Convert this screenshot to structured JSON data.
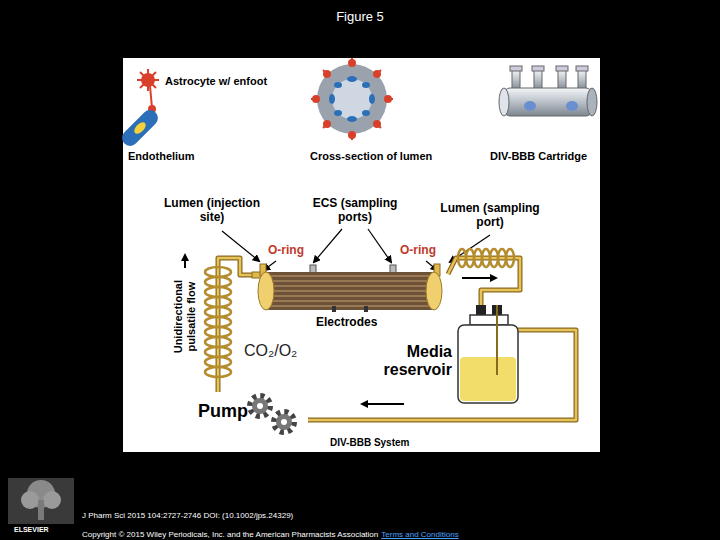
{
  "diagram": {
    "title": "Figure 5",
    "nodes": [
      {
        "text": [
          "Electrodes"
        ]
      },
      {
        "text": [
          "Media reservoir"
        ]
      },
      {
        "text": [
          "Pump"
        ]
      }
    ],
    "edges": [
      {
        "from": 2,
        "to": 0,
        "arrow": "none"
      },
      {
        "from": 0,
        "to": 1,
        "arrow": "none"
      },
      {
        "from": 1,
        "to": 2,
        "arrow": "none"
      }
    ],
    "labels": [
      "Astrocyte w/ enfoot",
      "Endothelium",
      "Cross-section of lumen",
      "DIV-BBB Cartridge",
      "Lumen (injection site)",
      "ECS (sampling ports)",
      "Lumen (sampling port)",
      "O-ring",
      "O-ring",
      "Unidirectional pulsatile flow",
      "CO₂/O₂",
      "DIV-BBB System",
      "J Pharm Sci 2015 104:2727-2746 DOI: (10.1002/jps.24329)",
      "Copyright © 2015 Wiley Periodicals, Inc. and the American Pharmacists Association",
      "Terms and Conditions",
      "ELSEVIER"
    ]
  }
}
